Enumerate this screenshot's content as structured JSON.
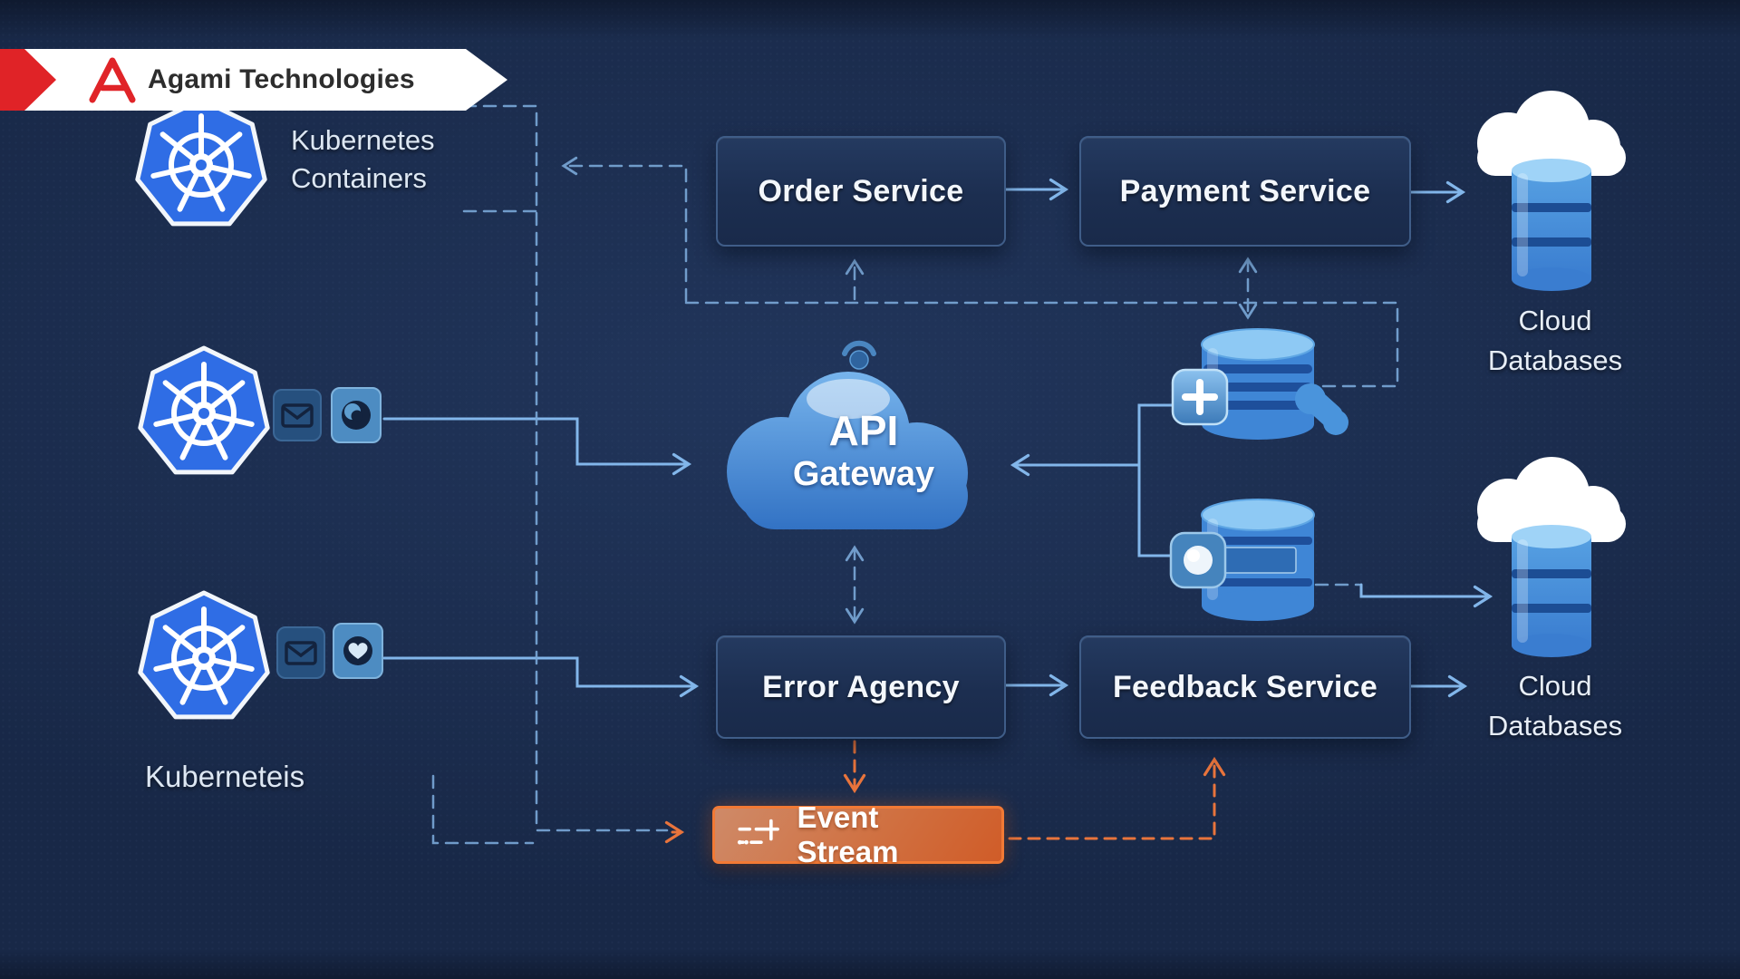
{
  "brand": {
    "name": "Agami Technologies",
    "logo_color": "#e02428",
    "banner_bg": "#ffffff",
    "text_color": "#2d2d2d"
  },
  "nodes": {
    "k8s_containers": {
      "line1": "Kubernetes",
      "line2": "Containers"
    },
    "k8s_single": {
      "label": "Kuberneteis"
    },
    "order": {
      "label": "Order Service"
    },
    "payment": {
      "label": "Payment Service"
    },
    "gateway": {
      "line1": "API",
      "line2": "Gateway"
    },
    "error": {
      "label": "Error Agency"
    },
    "feedback": {
      "label": "Feedback Service"
    },
    "event_stream": {
      "label": "Event Stream"
    },
    "cloud_db_top": {
      "line1": "Cloud",
      "line2": "Databases"
    },
    "cloud_db_bottom": {
      "line1": "Cloud",
      "line2": "Databases"
    }
  },
  "colors": {
    "background": "#182847",
    "service_box_fill": "#1e3050",
    "service_box_border": "#3f5d88",
    "solid_arrow": "#82b6ea",
    "dashed_blue": "#7aa8d8",
    "dashed_orange": "#e8743c",
    "event_stream_border": "#f27a35",
    "event_stream_gradient_start": "#cf8a68",
    "event_stream_gradient_end": "#d05c28",
    "kubernetes_blue": "#2f6de5",
    "database_blue": "#3f86d6",
    "gateway_cloud_top": "#7ab7ee",
    "gateway_cloud_bottom": "#2f6fc2",
    "white_cloud": "#ffffff"
  },
  "icons": {
    "brand_logo": "letter-a-triangle",
    "kubernetes": "helm-wheel-heptagon",
    "mail": "envelope",
    "watch": "eye-dot",
    "health": "heart-dot",
    "gateway": "cloud",
    "signal": "wifi-dot",
    "database": "cylinder",
    "database_add": "plus-badge",
    "database_record": "dot-badge",
    "database_link": "link-blob",
    "cloud_database": "cloud-over-cylinder",
    "event_stream": "stream-lines"
  }
}
